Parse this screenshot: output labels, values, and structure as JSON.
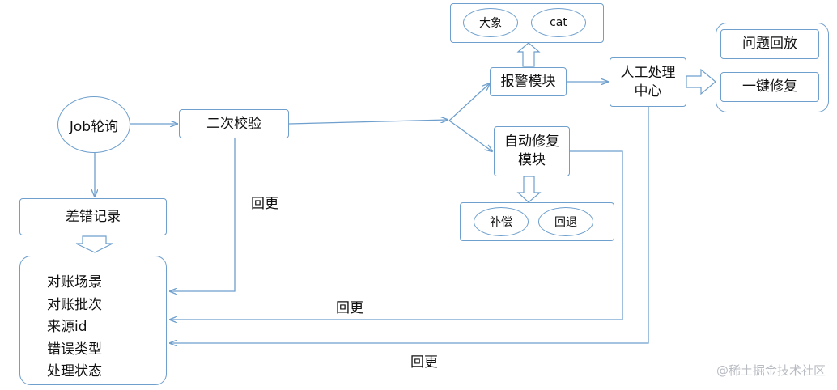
{
  "nodes": {
    "job_poll": "Job轮询",
    "secondary_check": "二次校验",
    "error_record": "差错记录",
    "alarm_module": "报警模块",
    "auto_fix_module": "自动修复\n模块",
    "manual_center": "人工处理\n中心",
    "problem_replay": "问题回放",
    "one_click_fix": "一键修复",
    "elephant": "大象",
    "cat": "cat",
    "compensate": "补偿",
    "rollback": "回退"
  },
  "record_fields": [
    "对账场景",
    "对账批次",
    "来源id",
    "错误类型",
    "处理状态"
  ],
  "edge_labels": {
    "update_from_check": "回更",
    "update_from_auto_fix": "回更",
    "update_from_manual": "回更"
  },
  "watermark": "@稀土掘金技术社区",
  "colors": {
    "line": "#6e9fcd",
    "text": "#111111"
  }
}
